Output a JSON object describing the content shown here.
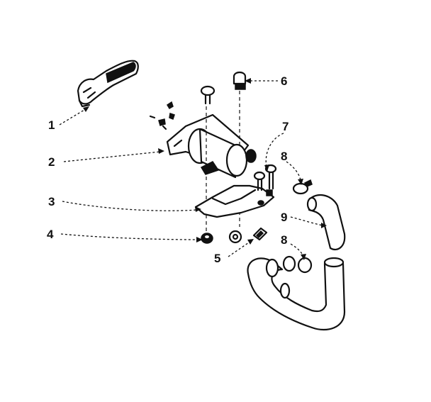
{
  "diagram": {
    "callouts": [
      {
        "id": "1",
        "label": "1"
      },
      {
        "id": "2",
        "label": "2"
      },
      {
        "id": "3",
        "label": "3"
      },
      {
        "id": "4",
        "label": "4"
      },
      {
        "id": "5",
        "label": "5"
      },
      {
        "id": "6",
        "label": "6"
      },
      {
        "id": "7",
        "label": "7"
      },
      {
        "id": "8a",
        "label": "8"
      },
      {
        "id": "8b",
        "label": "8"
      },
      {
        "id": "9",
        "label": "9"
      }
    ]
  }
}
